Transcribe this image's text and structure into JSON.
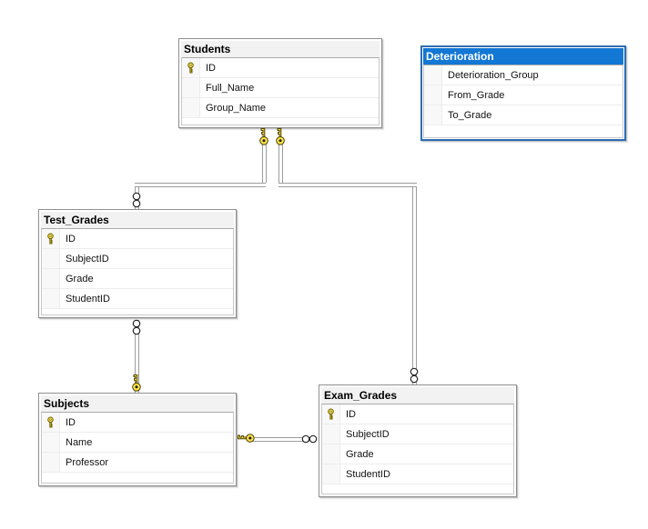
{
  "tables": {
    "students": {
      "title": "Students",
      "columns": [
        {
          "name": "ID",
          "pk": true
        },
        {
          "name": "Full_Name",
          "pk": false
        },
        {
          "name": "Group_Name",
          "pk": false
        }
      ]
    },
    "deterioration": {
      "title": "Deterioration",
      "selected": true,
      "columns": [
        {
          "name": "Deterioration_Group",
          "pk": false
        },
        {
          "name": "From_Grade",
          "pk": false
        },
        {
          "name": "To_Grade",
          "pk": false
        }
      ]
    },
    "test_grades": {
      "title": "Test_Grades",
      "columns": [
        {
          "name": "ID",
          "pk": true
        },
        {
          "name": "SubjectID",
          "pk": false
        },
        {
          "name": "Grade",
          "pk": false
        },
        {
          "name": "StudentID",
          "pk": false
        }
      ]
    },
    "subjects": {
      "title": "Subjects",
      "columns": [
        {
          "name": "ID",
          "pk": true
        },
        {
          "name": "Name",
          "pk": false
        },
        {
          "name": "Professor",
          "pk": false
        }
      ]
    },
    "exam_grades": {
      "title": "Exam_Grades",
      "columns": [
        {
          "name": "ID",
          "pk": true
        },
        {
          "name": "SubjectID",
          "pk": false
        },
        {
          "name": "Grade",
          "pk": false
        },
        {
          "name": "StudentID",
          "pk": false
        }
      ]
    }
  },
  "relationships": [
    {
      "one_side": "Students",
      "many_side": "Test_Grades"
    },
    {
      "one_side": "Students",
      "many_side": "Exam_Grades"
    },
    {
      "one_side": "Subjects",
      "many_side": "Test_Grades"
    },
    {
      "one_side": "Subjects",
      "many_side": "Exam_Grades"
    }
  ],
  "colors": {
    "selected_header_bg": "#1377d4",
    "selected_border": "#2e6db5",
    "table_header_bg": "#f2f2f2",
    "table_border": "#8f8f8f",
    "relationship_line": "#9c9c9c",
    "key_icon_fill": "#ffe000"
  }
}
